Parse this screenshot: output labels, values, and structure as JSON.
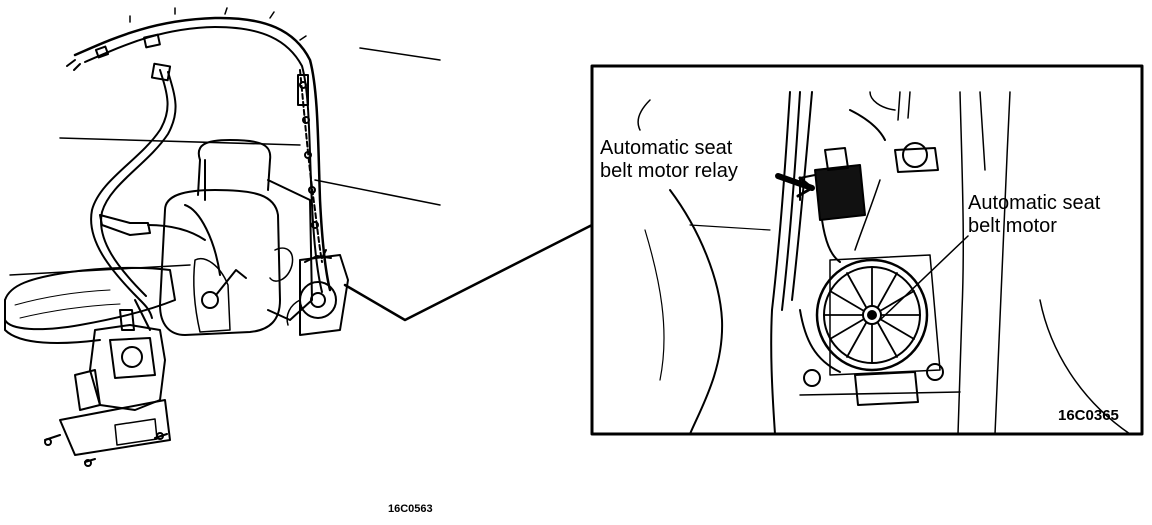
{
  "callouts": {
    "relay_line1": "Automatic seat",
    "relay_line2": "belt motor relay",
    "motor_line1": "Automatic seat",
    "motor_line2": "belt motor"
  },
  "codes": {
    "inset_code": "16C0365",
    "main_code": "16C0563"
  },
  "icons": {
    "overview": "seat-belt-assembly-illustration",
    "detail": "motor-and-relay-closeup"
  },
  "colors": {
    "ink": "#000000",
    "paper": "#ffffff"
  }
}
